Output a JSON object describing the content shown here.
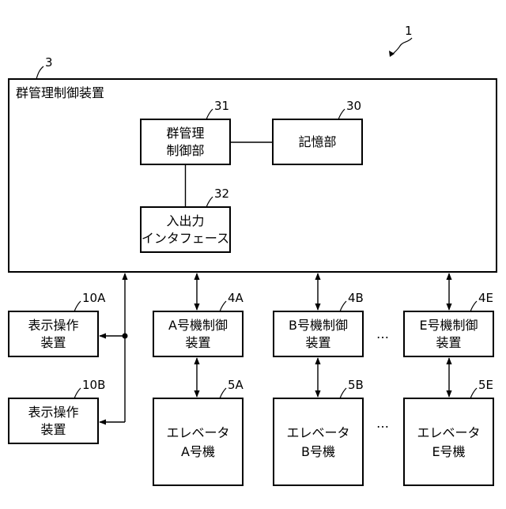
{
  "diagram": {
    "system_ref": "1",
    "group_controller": {
      "ref": "3",
      "title": "群管理制御装置"
    },
    "group_control_unit": {
      "ref": "31",
      "line1": "群管理",
      "line2": "制御部"
    },
    "storage_unit": {
      "ref": "30",
      "label": "記憶部"
    },
    "io_interface": {
      "ref": "32",
      "line1": "入出力",
      "line2": "インタフェース"
    },
    "display_ops": [
      {
        "ref": "10A",
        "line1": "表示操作",
        "line2": "装置"
      },
      {
        "ref": "10B",
        "line1": "表示操作",
        "line2": "装置"
      }
    ],
    "car_controllers": [
      {
        "ref": "4A",
        "line1": "A号機制御",
        "line2": "装置"
      },
      {
        "ref": "4B",
        "line1": "B号機制御",
        "line2": "装置"
      },
      {
        "ref": "4E",
        "line1": "E号機制御",
        "line2": "装置"
      }
    ],
    "elevators": [
      {
        "ref": "5A",
        "line1": "エレベータ",
        "line2": "A号機"
      },
      {
        "ref": "5B",
        "line1": "エレベータ",
        "line2": "B号機"
      },
      {
        "ref": "5E",
        "line1": "エレベータ",
        "line2": "E号機"
      }
    ],
    "ellipsis": "…"
  }
}
